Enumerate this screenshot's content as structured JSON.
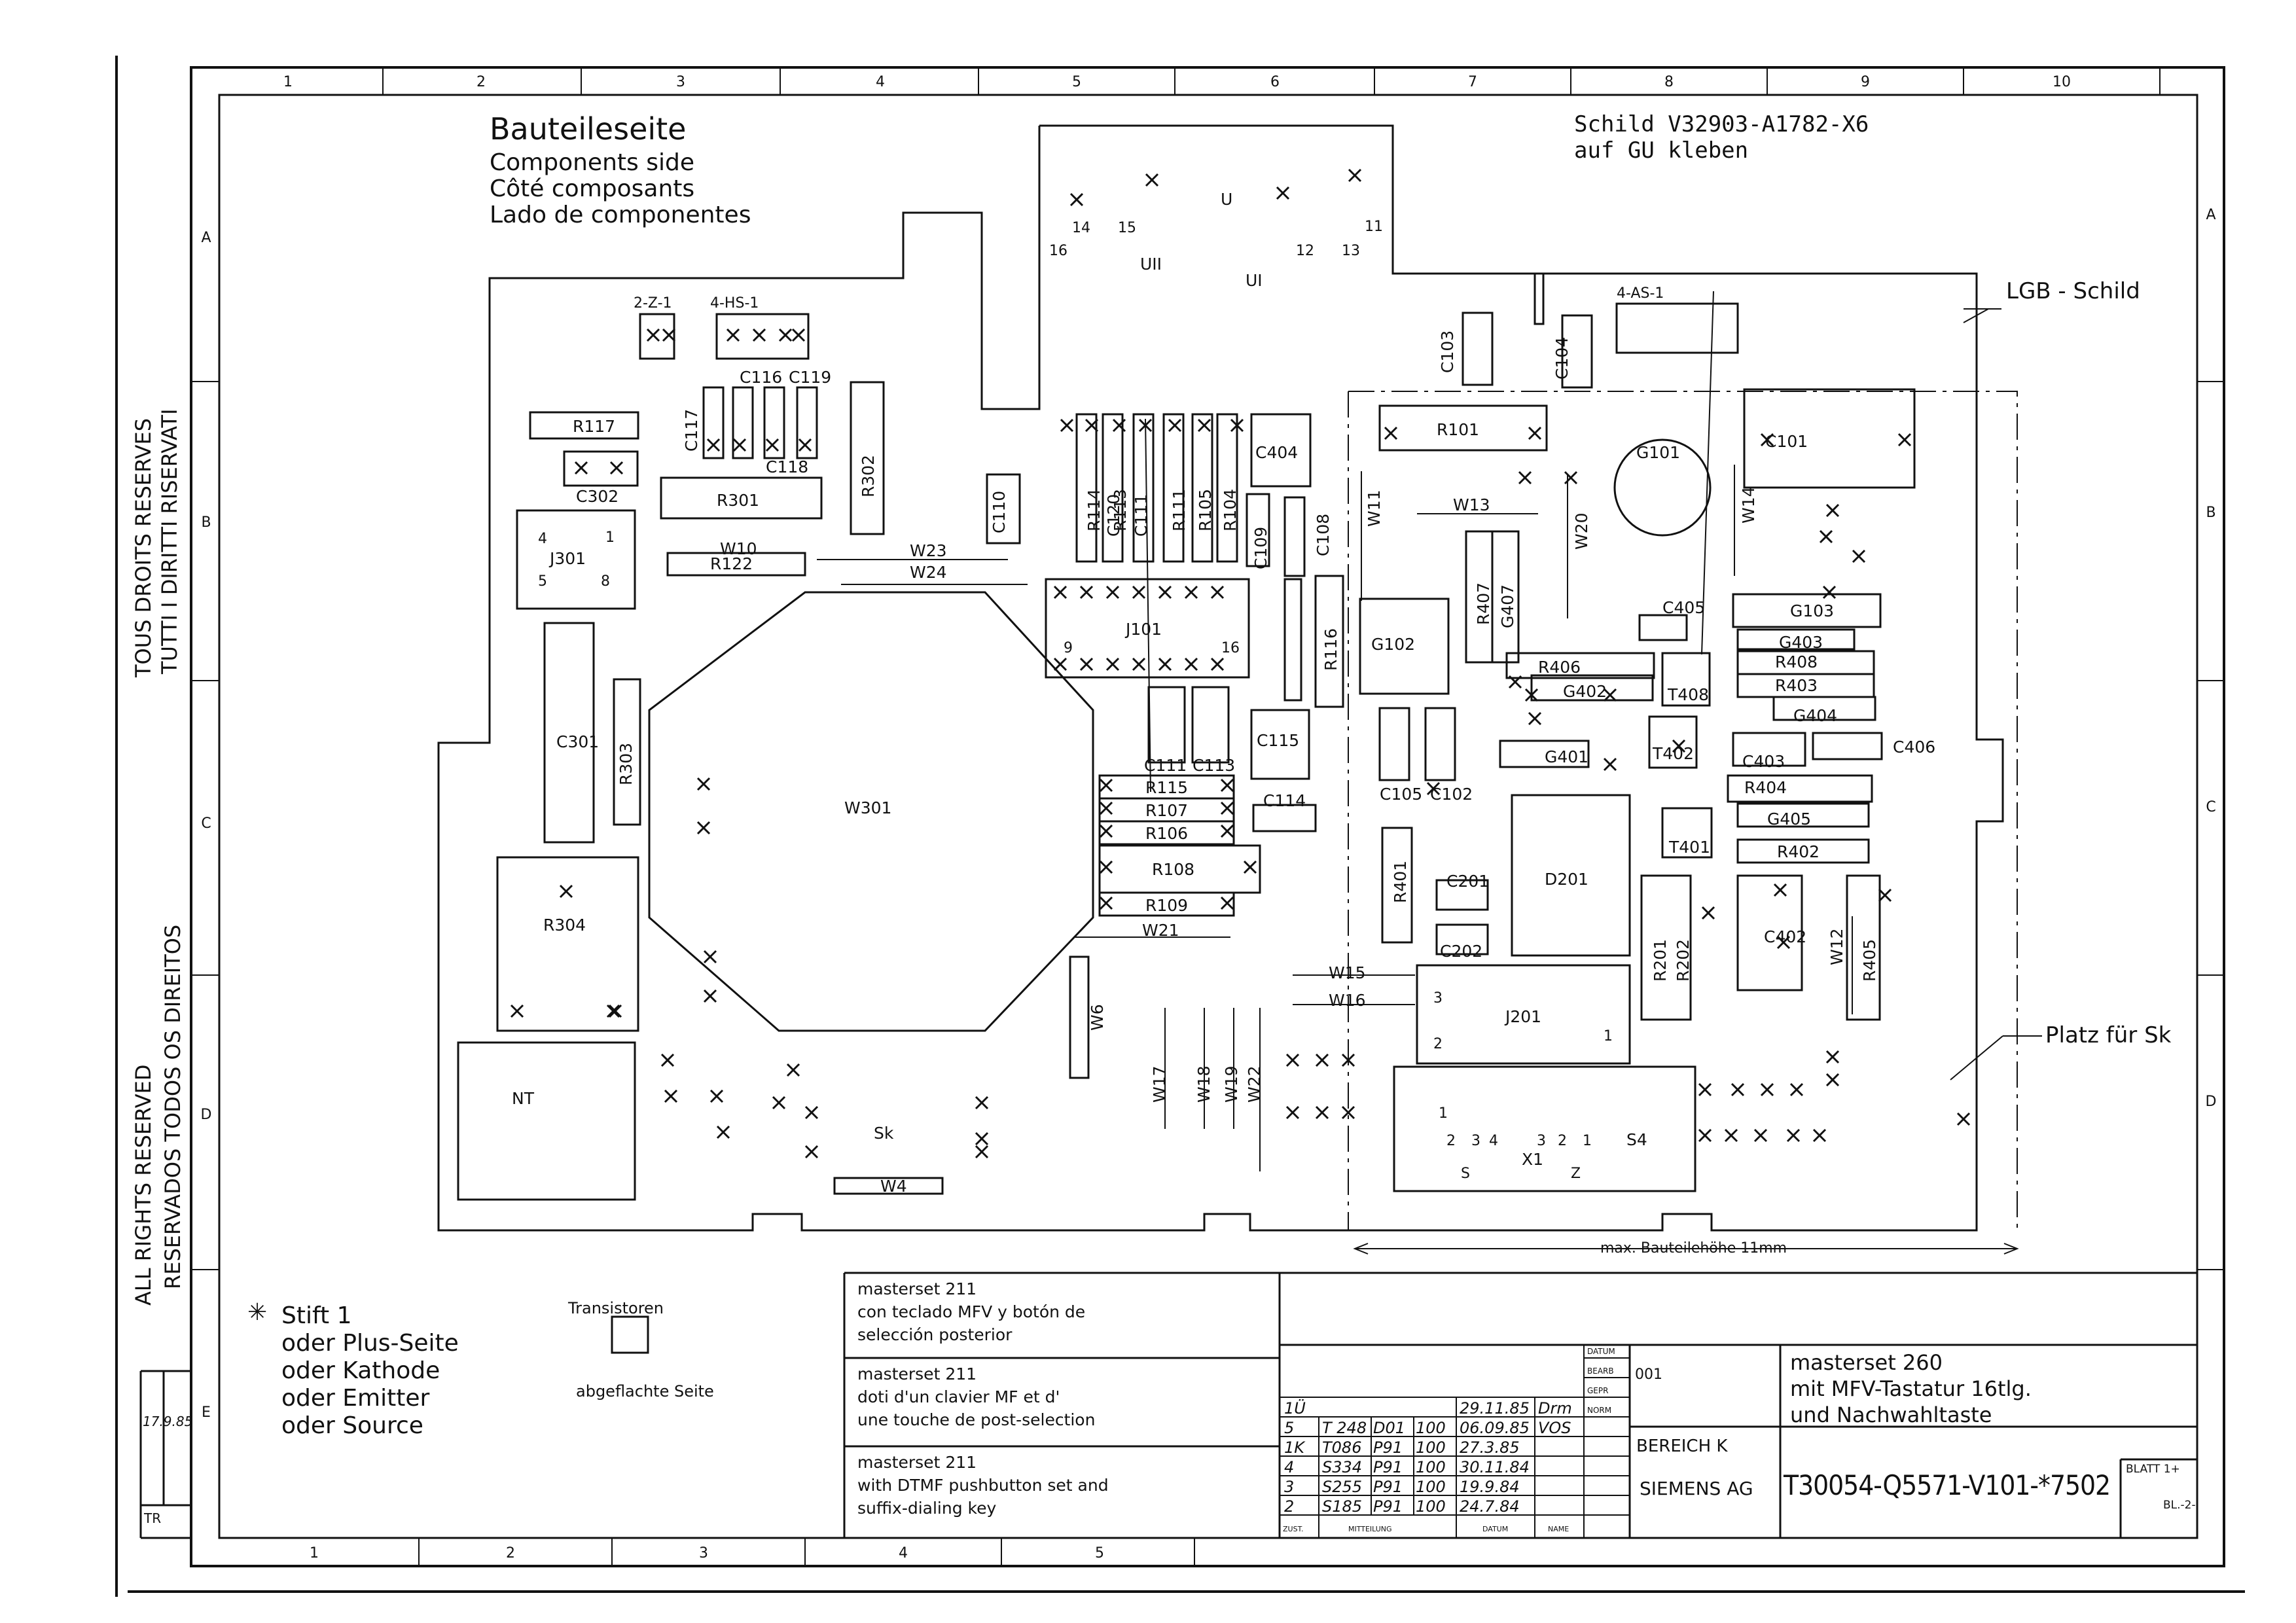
{
  "title": {
    "de": "Bauteileseite",
    "en": "Components side",
    "fr": "Côté composants",
    "es": "Lado de componentes"
  },
  "label_note": [
    "Schild  V32903-A1782-X6",
    "auf GU  kleben"
  ],
  "lgb_label": "LGB - Schild",
  "platz_label": "Platz für Sk",
  "height_note": "max. Bauteilehöhe 11mm",
  "rights": {
    "fr": "TOUS DROITS RESERVES",
    "it": "TUTTI I DIRITTI RISERVATI",
    "pt": "RESERVADOS TODOS OS DIREITOS",
    "en": "ALL RIGHTS RESERVED"
  },
  "grid": {
    "columns": [
      "1",
      "2",
      "3",
      "4",
      "5",
      "6",
      "7",
      "8",
      "9",
      "10"
    ],
    "rows": [
      "A",
      "B",
      "C",
      "D",
      "E"
    ]
  },
  "legend": [
    "Stift 1",
    "oder Plus-Seite",
    "oder Kathode",
    "oder Emitter",
    "oder Source"
  ],
  "transistor_note": [
    "Transistoren",
    "abgeflachte Seite"
  ],
  "variants": [
    [
      "masterset 211",
      "con teclado MFV y botón de",
      "selección posterior"
    ],
    [
      "masterset 211",
      "doti d'un clavier MF et d'",
      "une touche de post-selection"
    ],
    [
      "masterset 211",
      "with DTMF pushbutton set and",
      "suffix-dialing key"
    ]
  ],
  "title_block": {
    "product": [
      "masterset 260",
      "mit MFV-Tastatur 16tlg.",
      "und Nachwahltaste"
    ],
    "drawing_no": "T30054-Q5571-V101-*7502",
    "company": "SIEMENS AG",
    "dept": "BEREICH K",
    "sheet": "BLATT 1+",
    "sheet_total": "BL.-2-",
    "hdr_datum": "DATUM",
    "hdr_bearb": "BEARB",
    "hdr_gepr": "GEPR",
    "hdr_norm": "NORM",
    "bearb_no": "001",
    "col_headers": [
      "ZUST.",
      "MITTEILUNG",
      "DATUM",
      "NAME"
    ],
    "revisions": [
      [
        "1Ü",
        "",
        "",
        "",
        "29.11.85",
        "Drm"
      ],
      [
        "5",
        "T 248",
        "D01",
        "100",
        "06.09.85",
        "VOS"
      ],
      [
        "1K",
        "T086",
        "P91",
        "100",
        "27.3.85",
        ""
      ],
      [
        "4",
        "S334",
        "P91",
        "100",
        "30.11.84",
        ""
      ],
      [
        "3",
        "S255",
        "P91",
        "100",
        "19.9.84",
        ""
      ],
      [
        "2",
        "S185",
        "P91",
        "100",
        "24.7.84",
        ""
      ]
    ]
  },
  "stamp_tr": "TR",
  "stamp_date": "17.9.85",
  "components": {
    "connectors": [
      "2-Z-1",
      "4-HS-1",
      "4-AS-1"
    ],
    "resistors": [
      "R117",
      "R301",
      "R302",
      "R122",
      "R303",
      "R304",
      "R114",
      "R113",
      "R111",
      "R105",
      "R104",
      "R101",
      "R116",
      "R115",
      "R107",
      "R106",
      "R108",
      "R109",
      "R407",
      "R406",
      "R408",
      "R403",
      "R404",
      "R402",
      "R401",
      "R201",
      "R202",
      "R405"
    ],
    "capacitors": [
      "C117",
      "C116",
      "C118",
      "C119",
      "C302",
      "C301",
      "C110",
      "C120",
      "C111",
      "C111",
      "C113",
      "C109",
      "C404",
      "C108",
      "C115",
      "C114",
      "C103",
      "C104",
      "C101",
      "C105",
      "C102",
      "C201",
      "C202",
      "C402",
      "C405",
      "C406",
      "C403",
      "G407"
    ],
    "ics": [
      "J301",
      "J101",
      "J201",
      "W301",
      "D201"
    ],
    "diodes_other": [
      "G101",
      "G102",
      "G103",
      "G402",
      "G403",
      "G404",
      "G401",
      "G405",
      "T402",
      "T408",
      "T401",
      "W10",
      "W23",
      "W24",
      "W11",
      "W13",
      "W14",
      "W20",
      "W21",
      "W15",
      "W16",
      "W6",
      "W17",
      "W18",
      "W19",
      "W22",
      "W4",
      "W12",
      "NT",
      "Sk",
      "S4",
      "X1",
      "U",
      "UI",
      "UII"
    ],
    "pin_labels": [
      "14",
      "15",
      "16",
      "11",
      "12",
      "13",
      "1",
      "4",
      "5",
      "8",
      "9",
      "16",
      "3",
      "2",
      "1",
      "1",
      "2",
      "3",
      "4",
      "3",
      "2",
      "1",
      "S",
      "Z"
    ]
  }
}
